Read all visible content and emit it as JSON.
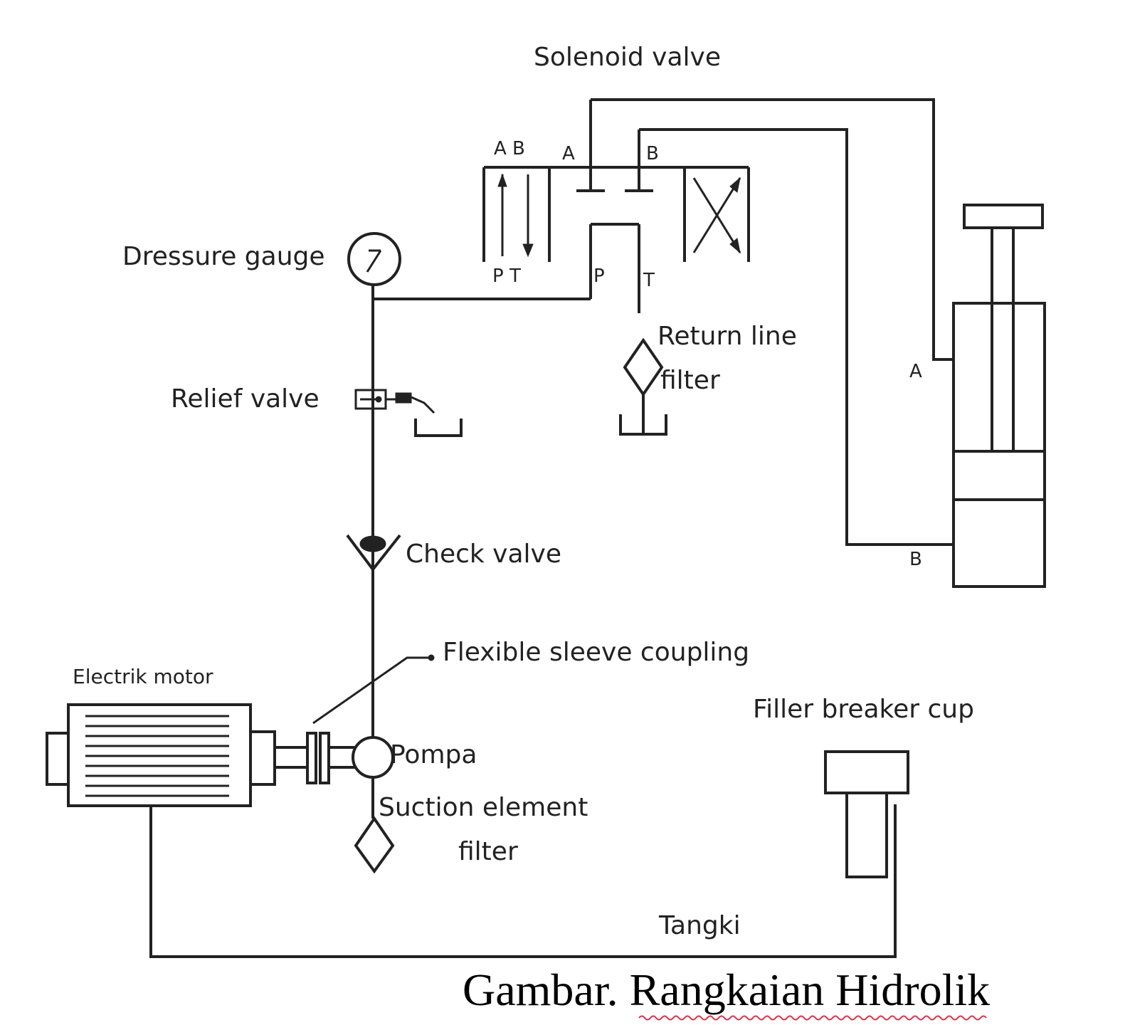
{
  "labels": {
    "solenoid_valve": "Solenoid valve",
    "pressure_gauge": "Dressure gauge",
    "relief_valve": "Relief valve",
    "return_line_filter_1": "Return line",
    "return_line_filter_2": "filter",
    "check_valve": "Check valve",
    "flexible_coupling": "Flexible sleeve coupling",
    "electric_motor": "Electrik motor",
    "pump": "Pompa",
    "suction_filter_1": "Suction element",
    "suction_filter_2": "filter",
    "filler_breaker_cup": "Filler breaker cup",
    "tank": "Tangki",
    "caption": "Gambar. Rangkaian Hidrolik"
  },
  "ports": {
    "valve_ab_top": "A B",
    "valve_pt_bottom": "P T",
    "valve_a": "A",
    "valve_b": "B",
    "valve_p": "P",
    "valve_t": "T",
    "cylinder_a": "A",
    "cylinder_b": "B"
  },
  "colors": {
    "line": "#222222",
    "text": "#222222",
    "spellcheck": "#e0314b"
  }
}
